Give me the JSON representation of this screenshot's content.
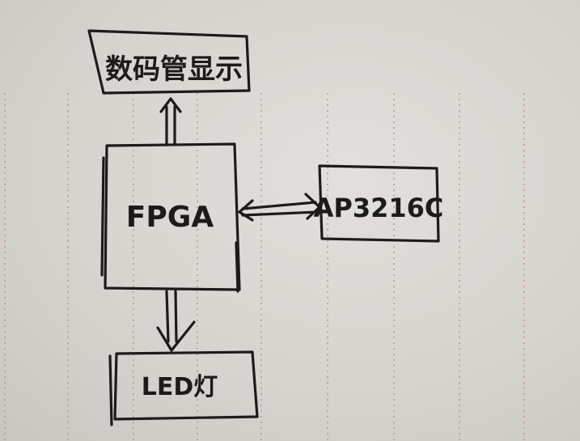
{
  "diagram": {
    "blocks": {
      "display": "数码管显示",
      "fpga": "FPGA",
      "sensor": "AP3216C",
      "led": "LED灯"
    },
    "connections": [
      {
        "from": "FPGA",
        "to": "数码管显示",
        "direction": "up"
      },
      {
        "from": "FPGA",
        "to": "AP3216C",
        "direction": "bidirectional"
      },
      {
        "from": "FPGA",
        "to": "LED灯",
        "direction": "down"
      }
    ],
    "colors": {
      "ink": "#1c1b1a",
      "paper": "#dcd9d4",
      "rule": "#c98a80"
    }
  }
}
